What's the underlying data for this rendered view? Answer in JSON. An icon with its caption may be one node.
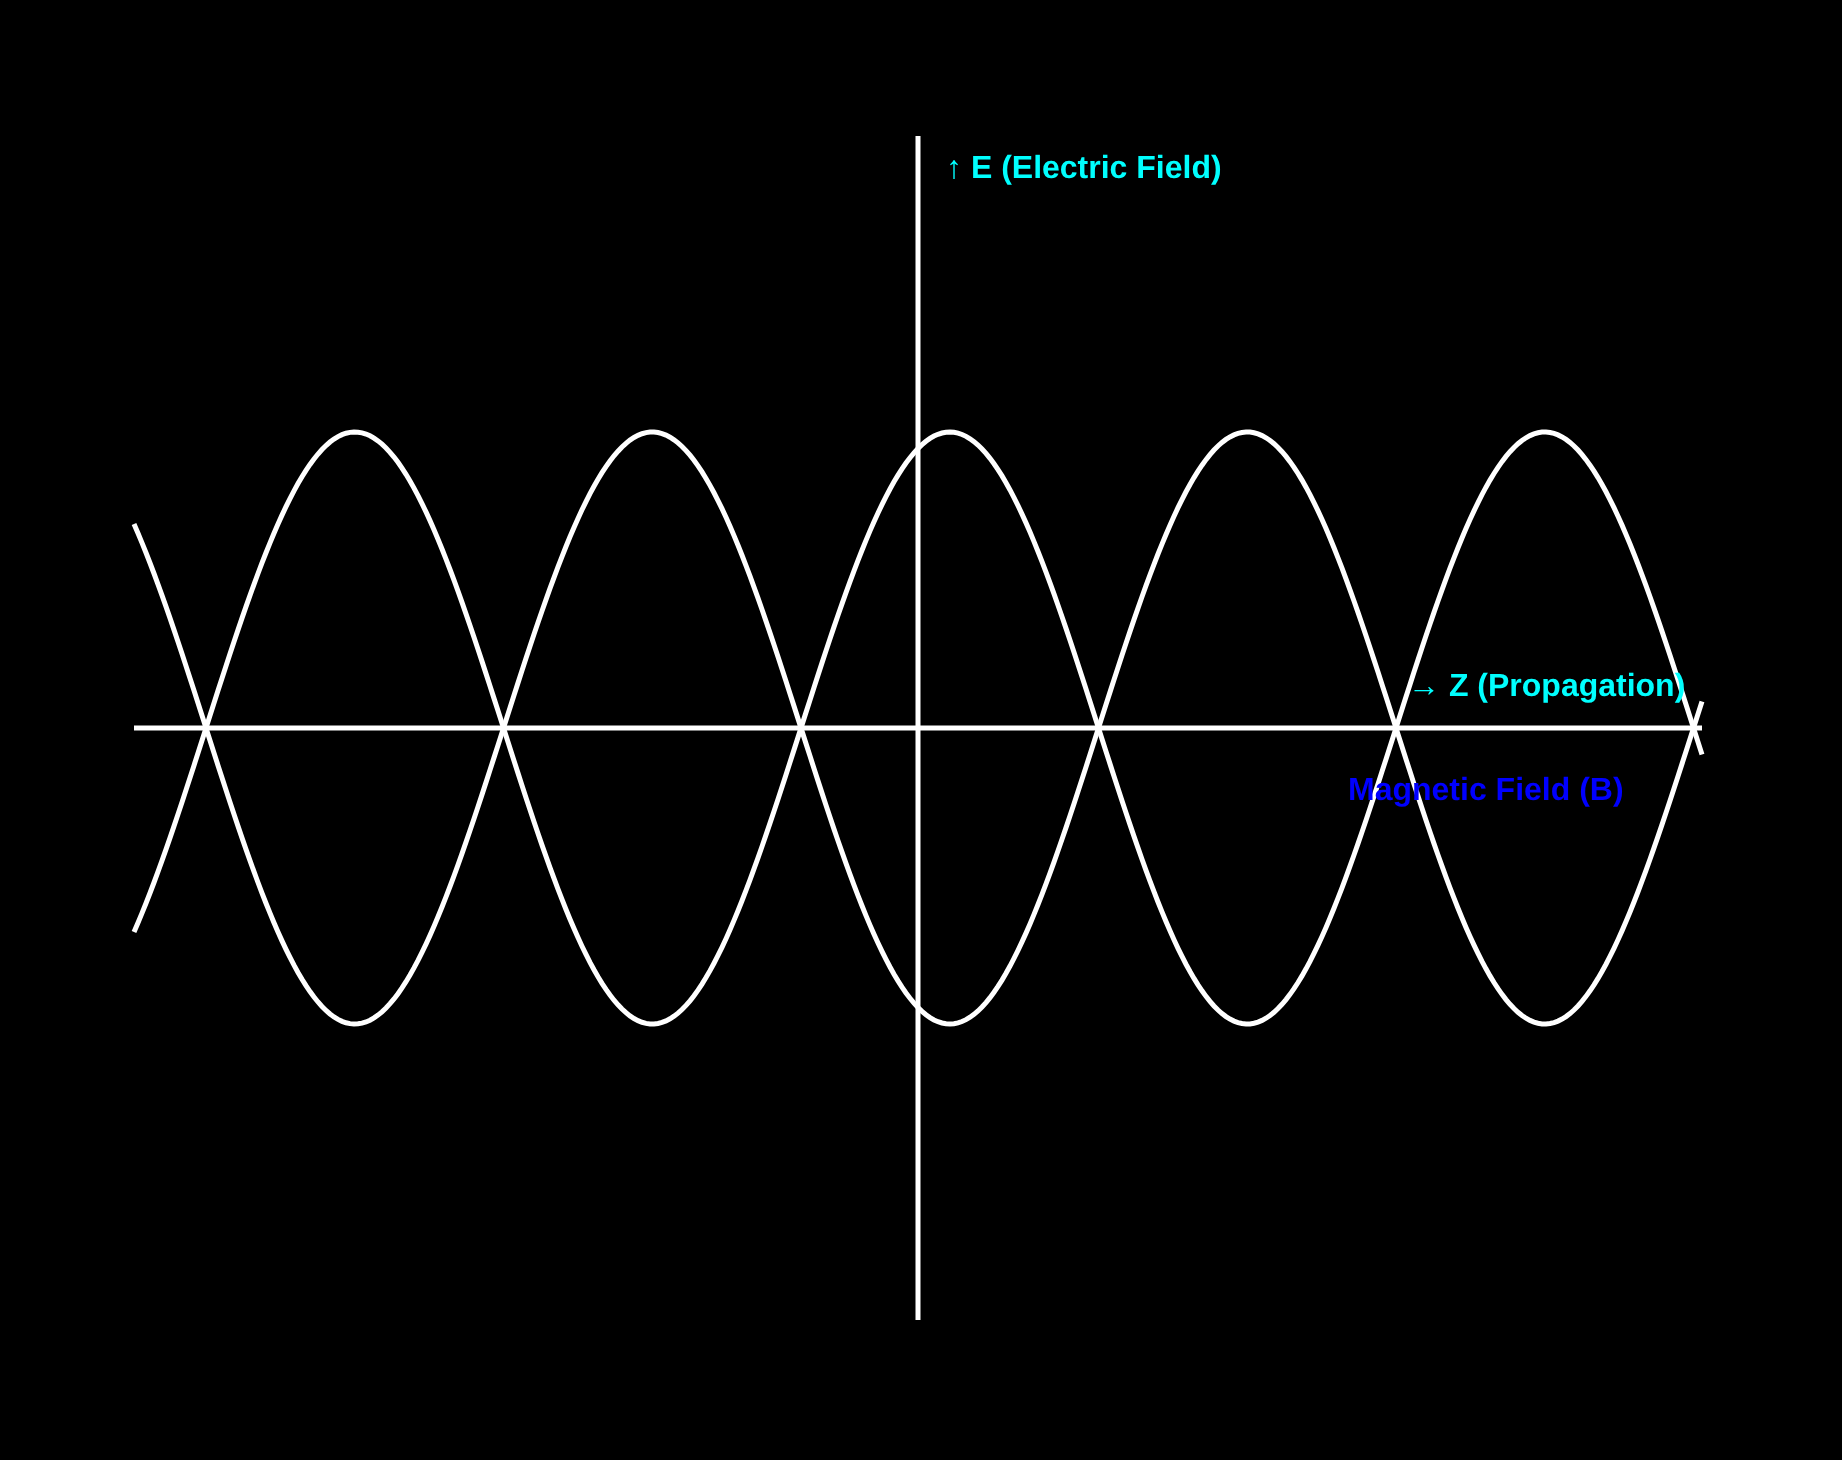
{
  "diagram": {
    "labels": [
      "↑ E (Electric Field)",
      "→ Z (Propagation)",
      "Magnetic Field (B)"
    ]
  }
}
